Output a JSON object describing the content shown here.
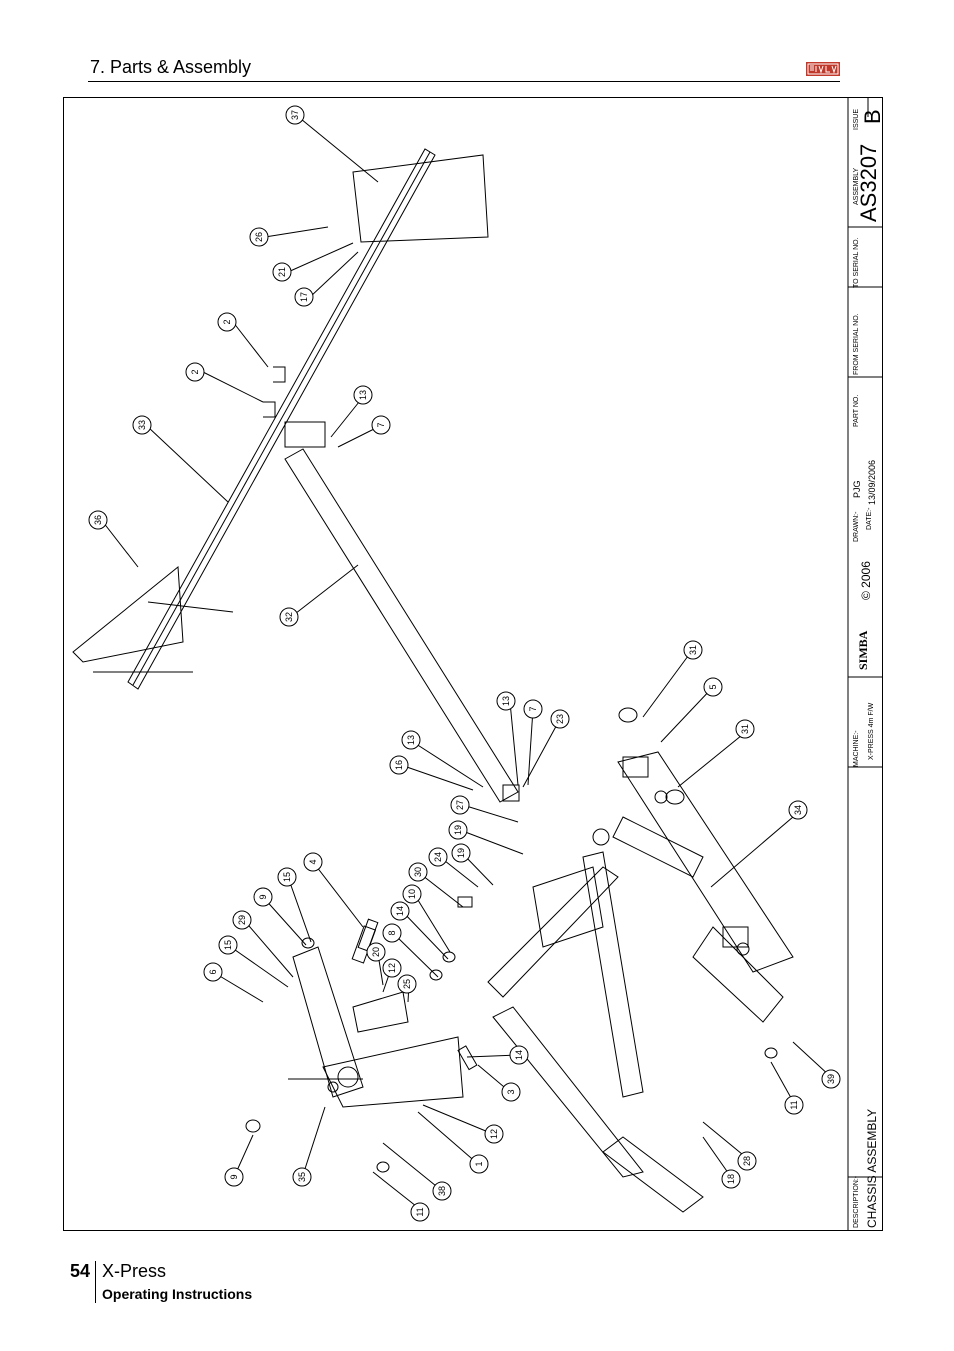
{
  "header": {
    "section_title": "7. Parts & Assembly",
    "logo_alt": "SIMBA"
  },
  "footer": {
    "page_number": "54",
    "product": "X-Press",
    "doc_type": "Operating Instructions"
  },
  "title_block": {
    "description_label": "DESCRIPTION:-",
    "description": "CHASSIS ASSEMBLY",
    "machine_label": "MACHINE:-",
    "machine": "X-PRESS 4m F/W",
    "brand": "SIMBA",
    "copyright": "© 2006",
    "drawn_label": "DRAWN:-",
    "drawn": "PJG",
    "date_label": "DATE:-",
    "date": "13/09/2006",
    "part_no_label": "PART NO.",
    "from_serial_label": "FROM SERIAL NO.",
    "to_serial_label": "TO SERIAL NO.",
    "assembly_label": "ASSEMBLY",
    "assembly": "AS3207",
    "issue_label": "ISSUE",
    "issue": "B"
  },
  "callouts": [
    "37",
    "26",
    "21",
    "17",
    "2",
    "2",
    "13",
    "7",
    "33",
    "36",
    "32",
    "31",
    "5",
    "31",
    "34",
    "13",
    "7",
    "23",
    "13",
    "16",
    "27",
    "19",
    "19",
    "24",
    "30",
    "10",
    "14",
    "8",
    "4",
    "15",
    "9",
    "29",
    "15",
    "6",
    "20",
    "12",
    "25",
    "14",
    "3",
    "12",
    "1",
    "38",
    "11",
    "35",
    "9",
    "39",
    "11",
    "28",
    "18"
  ]
}
